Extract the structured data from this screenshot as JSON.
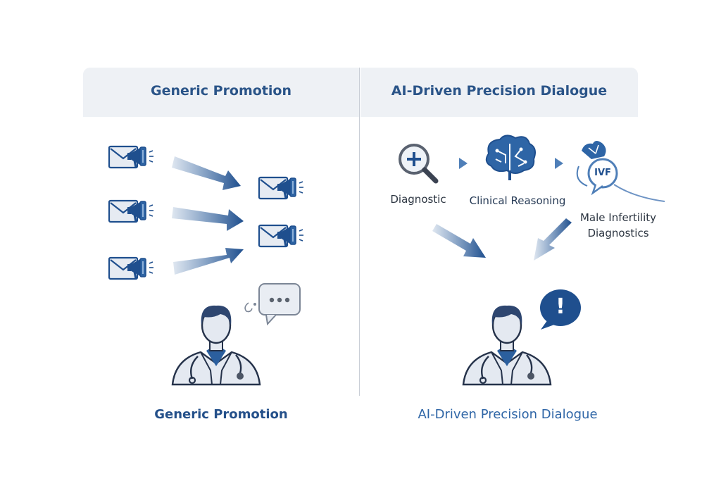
{
  "left_panel": {
    "header_title": "Generic Promotion",
    "footer_title": "Generic Promotion",
    "icons": [
      "mail-megaphone-icon",
      "arrow-icon",
      "doctor-icon",
      "chat-bubble-icon"
    ]
  },
  "right_panel": {
    "header_title": "AI-Driven Precision Dialogue",
    "footer_title": "AI-Driven Precision Dialogue",
    "steps": [
      {
        "label": "Diagnostic",
        "icon": "magnifier-plus-icon"
      },
      {
        "label": "Clinical Reasoning",
        "icon": "brain-circuit-icon"
      },
      {
        "label": "Male Infertility\nDiagnostics",
        "icon": "ivf-reproductive-icon",
        "badge": "IVF"
      }
    ],
    "alert_symbol": "!",
    "icons": [
      "doctor-icon",
      "alert-bubble-icon"
    ]
  },
  "colors": {
    "primary": "#1f4f8e",
    "accent": "#2e65a6",
    "header_bg": "#eef1f5",
    "icon_fill": "#e4e9f1",
    "gray": "#5b636e"
  }
}
